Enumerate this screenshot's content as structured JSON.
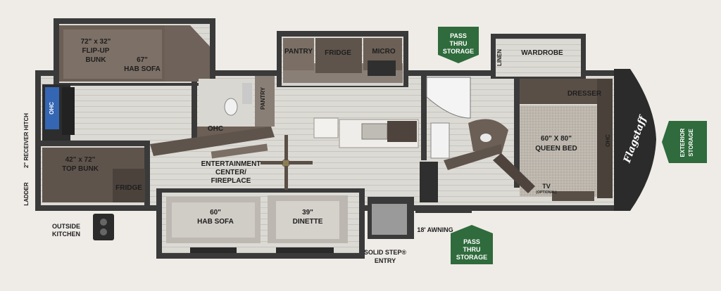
{
  "labels": {
    "flip_up_bunk_size": "72\" x 32\"",
    "flip_up_bunk": "FLIP-UP",
    "flip_up_bunk_2": "BUNK",
    "hab_sofa_rear_size": "67\"",
    "hab_sofa_rear": "HAB SOFA",
    "receiver_hitch": "2\" RECEIVER HITCH",
    "ladder": "LADDER",
    "ohc_rear": "OHC",
    "top_bunk_size": "42\" x 72\"",
    "top_bunk": "TOP BUNK",
    "fridge_rear": "FRIDGE",
    "outside_kitchen_1": "OUTSIDE",
    "outside_kitchen_2": "KITCHEN",
    "ohc_bath": "OHC",
    "pantry_vertical": "PANTRY",
    "pantry_top": "PANTRY",
    "fridge_main": "FRIDGE",
    "micro": "MICRO",
    "entertainment_1": "ENTERTAINMENT",
    "entertainment_2": "CENTER/",
    "entertainment_3": "FIREPLACE",
    "hab_sofa_main_size": "60\"",
    "hab_sofa_main": "HAB SOFA",
    "dinette_size": "39\"",
    "dinette": "DINETTE",
    "solid_step_1": "SOLID STEP®",
    "solid_step_2": "ENTRY",
    "awning": "18' AWNING",
    "linen": "LINEN",
    "wardrobe": "WARDROBE",
    "dresser": "DRESSER",
    "queen_bed_size": "60\" X 80\"",
    "queen_bed": "QUEEN BED",
    "tv": "TV",
    "tv_optional": "(OPTIONAL)",
    "ohc_front": "OHC",
    "brand": "Flagstaff"
  },
  "storage": {
    "top_1": "PASS",
    "top_2": "THRU",
    "top_3": "STORAGE",
    "bottom_1": "PASS",
    "bottom_2": "THRU",
    "bottom_3": "STORAGE",
    "exterior_1": "EXTERIOR",
    "exterior_2": "STORAGE"
  },
  "colors": {
    "background": "#efece7",
    "wall": "#3a3a3a",
    "floor": "#dcdad4",
    "cabinet": "#6b5f56",
    "storage_green": "#2f6b3c"
  }
}
